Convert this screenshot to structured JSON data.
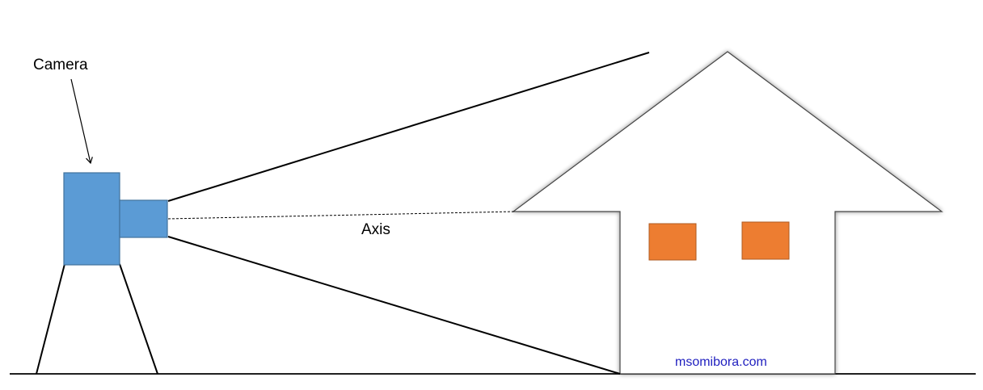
{
  "labels": {
    "camera": "Camera",
    "axis": "Axis",
    "watermark": "msomibora.com"
  },
  "colors": {
    "camera_body": "#5b9bd5",
    "camera_border": "#41719c",
    "window": "#ed7d31",
    "window_border": "#ae5a21",
    "line": "#000000",
    "watermark": "#1f1fbf"
  }
}
